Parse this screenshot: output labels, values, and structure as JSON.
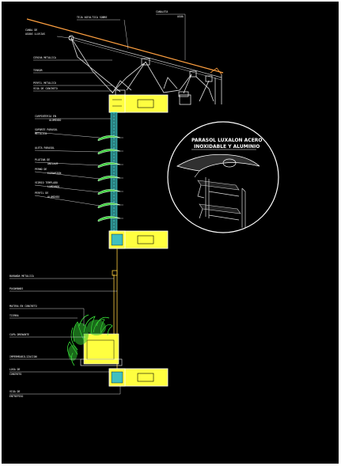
{
  "title": "PARASOL LUXALON ACERO INOXIDABLE Y ALUMINIO",
  "detail_title_line1": "PARASOL LUXALON ACERO",
  "detail_title_line2": "INOXIDABLE Y ALUMINIO",
  "labels": {
    "roof_top": "TEJA ASFALTICA SOBRE",
    "roof_right": "CANALETA",
    "roof_right2": "AGUA",
    "roof_left1": "CANAL DE",
    "roof_left2": "AGUAS LLUVIAS",
    "truss1": "CERCHA METALICA",
    "truss2": "TENSOR",
    "truss3": "PERFIL METALICO",
    "truss4": "VIGA DE CONCRETO",
    "mull1": "CARPINTERIA EN",
    "mull1b": "ALUMINIO",
    "blade1": "SOPORTE PARASOL",
    "blade1b": "METALICO",
    "blade2": "ALETA PARASOL",
    "blade3": "PLATINA DE",
    "blade3b": "ANCLAJE",
    "blade4": "PERNO DE",
    "blade4b": "EXPANSION",
    "blade5": "VIDRIO TEMPLADO",
    "blade5b": "LAMINADO",
    "blade6": "PERFIL DE",
    "blade6b": "ALUMINIO",
    "lower1": "BARANDA METALICA",
    "lower2": "PASAMANOS",
    "lower3": "MATERA EN CONCRETO",
    "lower4": "TIERRA",
    "lower5": "CAPA DRENANTE",
    "lower6": "IMPERMEABILIZACION",
    "lower7": "LOSA DE",
    "lower7b": "CONCRETO",
    "lower8": "VIGA DE",
    "lower8b": "ENTREPISO"
  }
}
